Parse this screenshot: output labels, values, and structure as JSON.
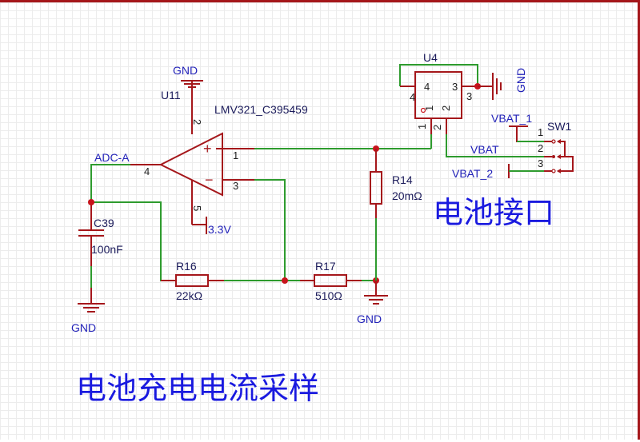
{
  "diagram": {
    "type": "schematic",
    "titles": {
      "main": "电池充电电流采样",
      "battery_interface": "电池接口"
    },
    "net_labels": {
      "adc": "ADC-A",
      "vbat": "VBAT",
      "vbat1": "VBAT_1",
      "vbat2": "VBAT_2",
      "vcc": "3.3V",
      "gnd_top": "GND",
      "gnd_c39": "GND",
      "gnd_r17": "GND",
      "gnd_u4": "GND"
    },
    "components": {
      "u11": {
        "ref": "U11",
        "part": "LMV321_C395459",
        "pins": {
          "p1": "1",
          "p2": "2",
          "p3": "3",
          "p4": "4",
          "p5": "5",
          "plus": "+",
          "minus": "−"
        }
      },
      "u4": {
        "ref": "U4",
        "pins": {
          "p1": "1",
          "p2": "2",
          "p3": "3",
          "p4": "4",
          "in3": "3",
          "in4": "4",
          "in1": "1",
          "in2": "2"
        }
      },
      "sw1": {
        "ref": "SW1",
        "pins": {
          "p1": "1",
          "p2": "2",
          "p3": "3"
        }
      },
      "c39": {
        "ref": "C39",
        "value": "100nF"
      },
      "r14": {
        "ref": "R14",
        "value": "20mΩ"
      },
      "r16": {
        "ref": "R16",
        "value": "22kΩ"
      },
      "r17": {
        "ref": "R17",
        "value": "510Ω"
      }
    },
    "colors": {
      "wire": "#2e9b2e",
      "symbol": "#a5171b",
      "junction": "#c8141c",
      "label": "#2222b8",
      "title": "#1a1adf",
      "border": "#a5171b"
    }
  }
}
